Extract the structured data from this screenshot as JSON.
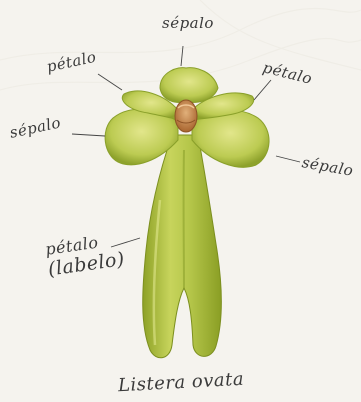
{
  "labels": {
    "sepal_top": "sépalo",
    "petal_left": "pétalo",
    "petal_right": "pétalo",
    "sepal_left": "sépalo",
    "sepal_right": "sépalo",
    "lip_line1": "pétalo",
    "lip_line2": "(labelo)"
  },
  "species": "Listera ovata",
  "colors": {
    "background": "#f5f3ee",
    "petal_green": "#b9c94f",
    "petal_light": "#d9e07a",
    "petal_dark": "#7f9420",
    "column_orange": "#c98a4e",
    "leader_line": "#444444"
  }
}
